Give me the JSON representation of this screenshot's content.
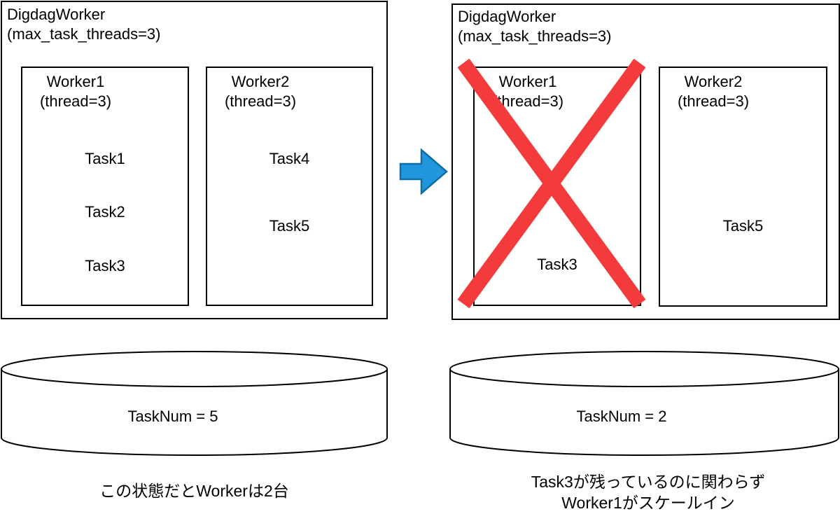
{
  "colors": {
    "box_border": "#000000",
    "arrow_fill": "#2196dc",
    "arrow_border": "#0e6ea8",
    "cross_red": "#f43b3b"
  },
  "left_panel": {
    "title_line1": "DigdagWorker",
    "title_line2": "(max_task_threads=3)",
    "workers": [
      {
        "title": "Worker1",
        "subtitle": "(thread=3)",
        "tasks": [
          "Task1",
          "Task2",
          "Task3"
        ]
      },
      {
        "title": "Worker2",
        "subtitle": "(thread=3)",
        "tasks": [
          "Task4",
          "Task5"
        ]
      }
    ],
    "database_label": "TaskNum = 5",
    "caption": "この状態だとWorkerは2台"
  },
  "right_panel": {
    "title_line1": "DigdagWorker",
    "title_line2": "(max_task_threads=3)",
    "workers": [
      {
        "title": "Worker1",
        "subtitle": "(thread=3)",
        "tasks": [
          "Task3"
        ],
        "status": "scaled-in"
      },
      {
        "title": "Worker2",
        "subtitle": "(thread=3)",
        "tasks": [
          "Task5"
        ]
      }
    ],
    "database_label": "TaskNum = 2",
    "caption_line1": "Task3が残っているのに関わらず",
    "caption_line2": "Worker1がスケールイン"
  }
}
